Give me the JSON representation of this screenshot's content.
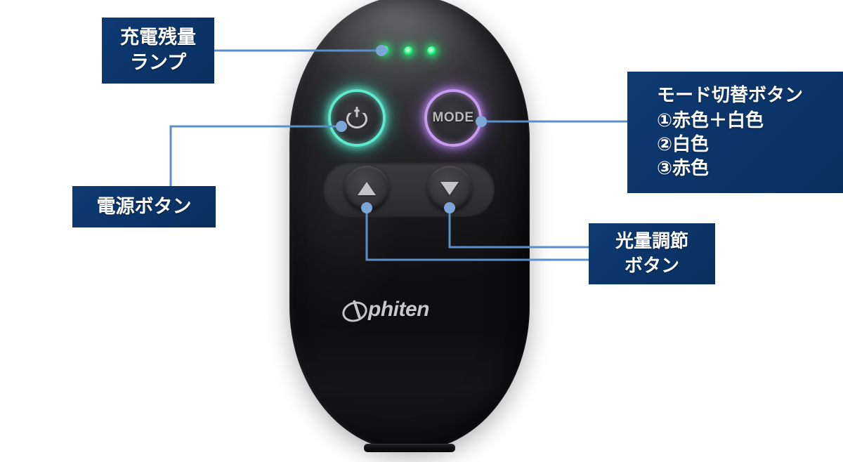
{
  "page": {
    "background": "#ffffff",
    "callout_bg": "#0c3569",
    "callout_text_color": "#ffffff",
    "leader_color": "#5b8fc9"
  },
  "device": {
    "brand": "phiten",
    "body_color": "#2a2a2d",
    "leds": {
      "count": 3,
      "color": "#2de678",
      "name": "battery-level-lamps"
    },
    "power_button": {
      "ring_color": "#5fe9cf",
      "glyph": "power-symbol"
    },
    "mode_button": {
      "label": "MODE",
      "ring_color": "#c79bf0"
    },
    "brightness_up": {
      "glyph": "triangle-up"
    },
    "brightness_down": {
      "glyph": "triangle-down"
    }
  },
  "callouts": {
    "battery": {
      "name": "battery-level-lamp-callout",
      "lines": [
        "充電残量",
        "ランプ"
      ]
    },
    "mode": {
      "name": "mode-switch-button-callout",
      "title": "モード切替ボタン",
      "items": [
        "①赤色＋白色",
        "②白色",
        "③赤色"
      ]
    },
    "power": {
      "name": "power-button-callout",
      "lines": [
        "電源ボタン"
      ]
    },
    "brightness": {
      "name": "brightness-adjust-button-callout",
      "lines": [
        "光量調節",
        "ボタン"
      ]
    }
  }
}
